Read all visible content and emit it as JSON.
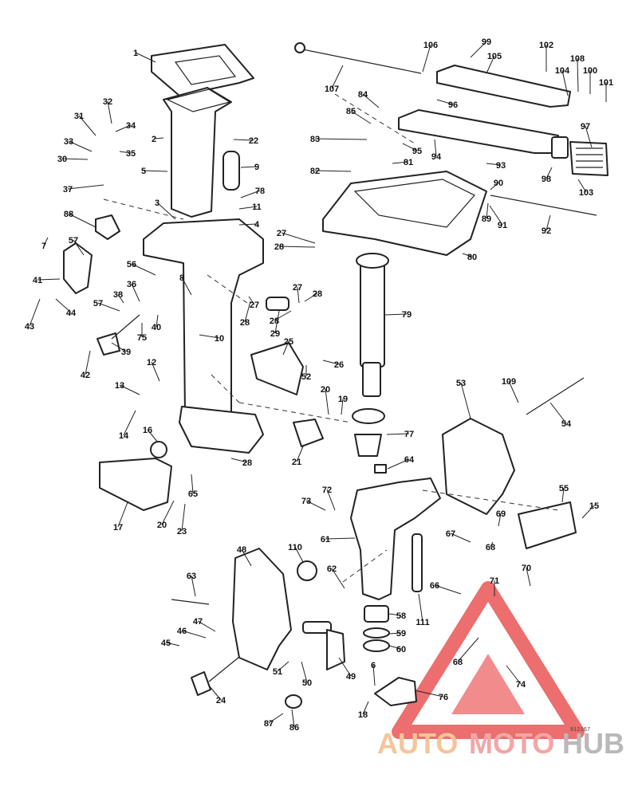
{
  "diagram": {
    "part_numbers": [
      "1",
      "2",
      "3",
      "4",
      "5",
      "6",
      "7",
      "8",
      "9",
      "10",
      "11",
      "12",
      "13",
      "14",
      "15",
      "16",
      "17",
      "18",
      "19",
      "20",
      "20",
      "21",
      "22",
      "23",
      "24",
      "25",
      "26",
      "27",
      "27",
      "27",
      "28",
      "28",
      "28",
      "28",
      "28",
      "29",
      "30",
      "31",
      "32",
      "33",
      "34",
      "35",
      "36",
      "37",
      "38",
      "39",
      "40",
      "41",
      "42",
      "43",
      "44",
      "45",
      "46",
      "47",
      "48",
      "49",
      "50",
      "51",
      "52",
      "53",
      "54",
      "55",
      "56",
      "57",
      "57",
      "58",
      "59",
      "60",
      "61",
      "62",
      "63",
      "64",
      "65",
      "66",
      "67",
      "68",
      "68",
      "69",
      "70",
      "71",
      "72",
      "73",
      "74",
      "75",
      "76",
      "77",
      "78",
      "79",
      "80",
      "81",
      "82",
      "83",
      "84",
      "85",
      "86",
      "87",
      "88",
      "89",
      "90",
      "91",
      "92",
      "93",
      "94",
      "95",
      "96",
      "97",
      "98",
      "99",
      "100",
      "101",
      "102",
      "103",
      "104",
      "105",
      "106",
      "107",
      "108",
      "109",
      "110",
      "111"
    ],
    "drawing_code": "812167"
  },
  "watermark": {
    "parts": [
      "AUTO",
      "MOTO",
      "HUB"
    ],
    "colors": {
      "auto": "#f3c69a",
      "moto": "#f2a6a6",
      "hub": "#b9b9b9",
      "triangle": "#e84a4a"
    }
  }
}
